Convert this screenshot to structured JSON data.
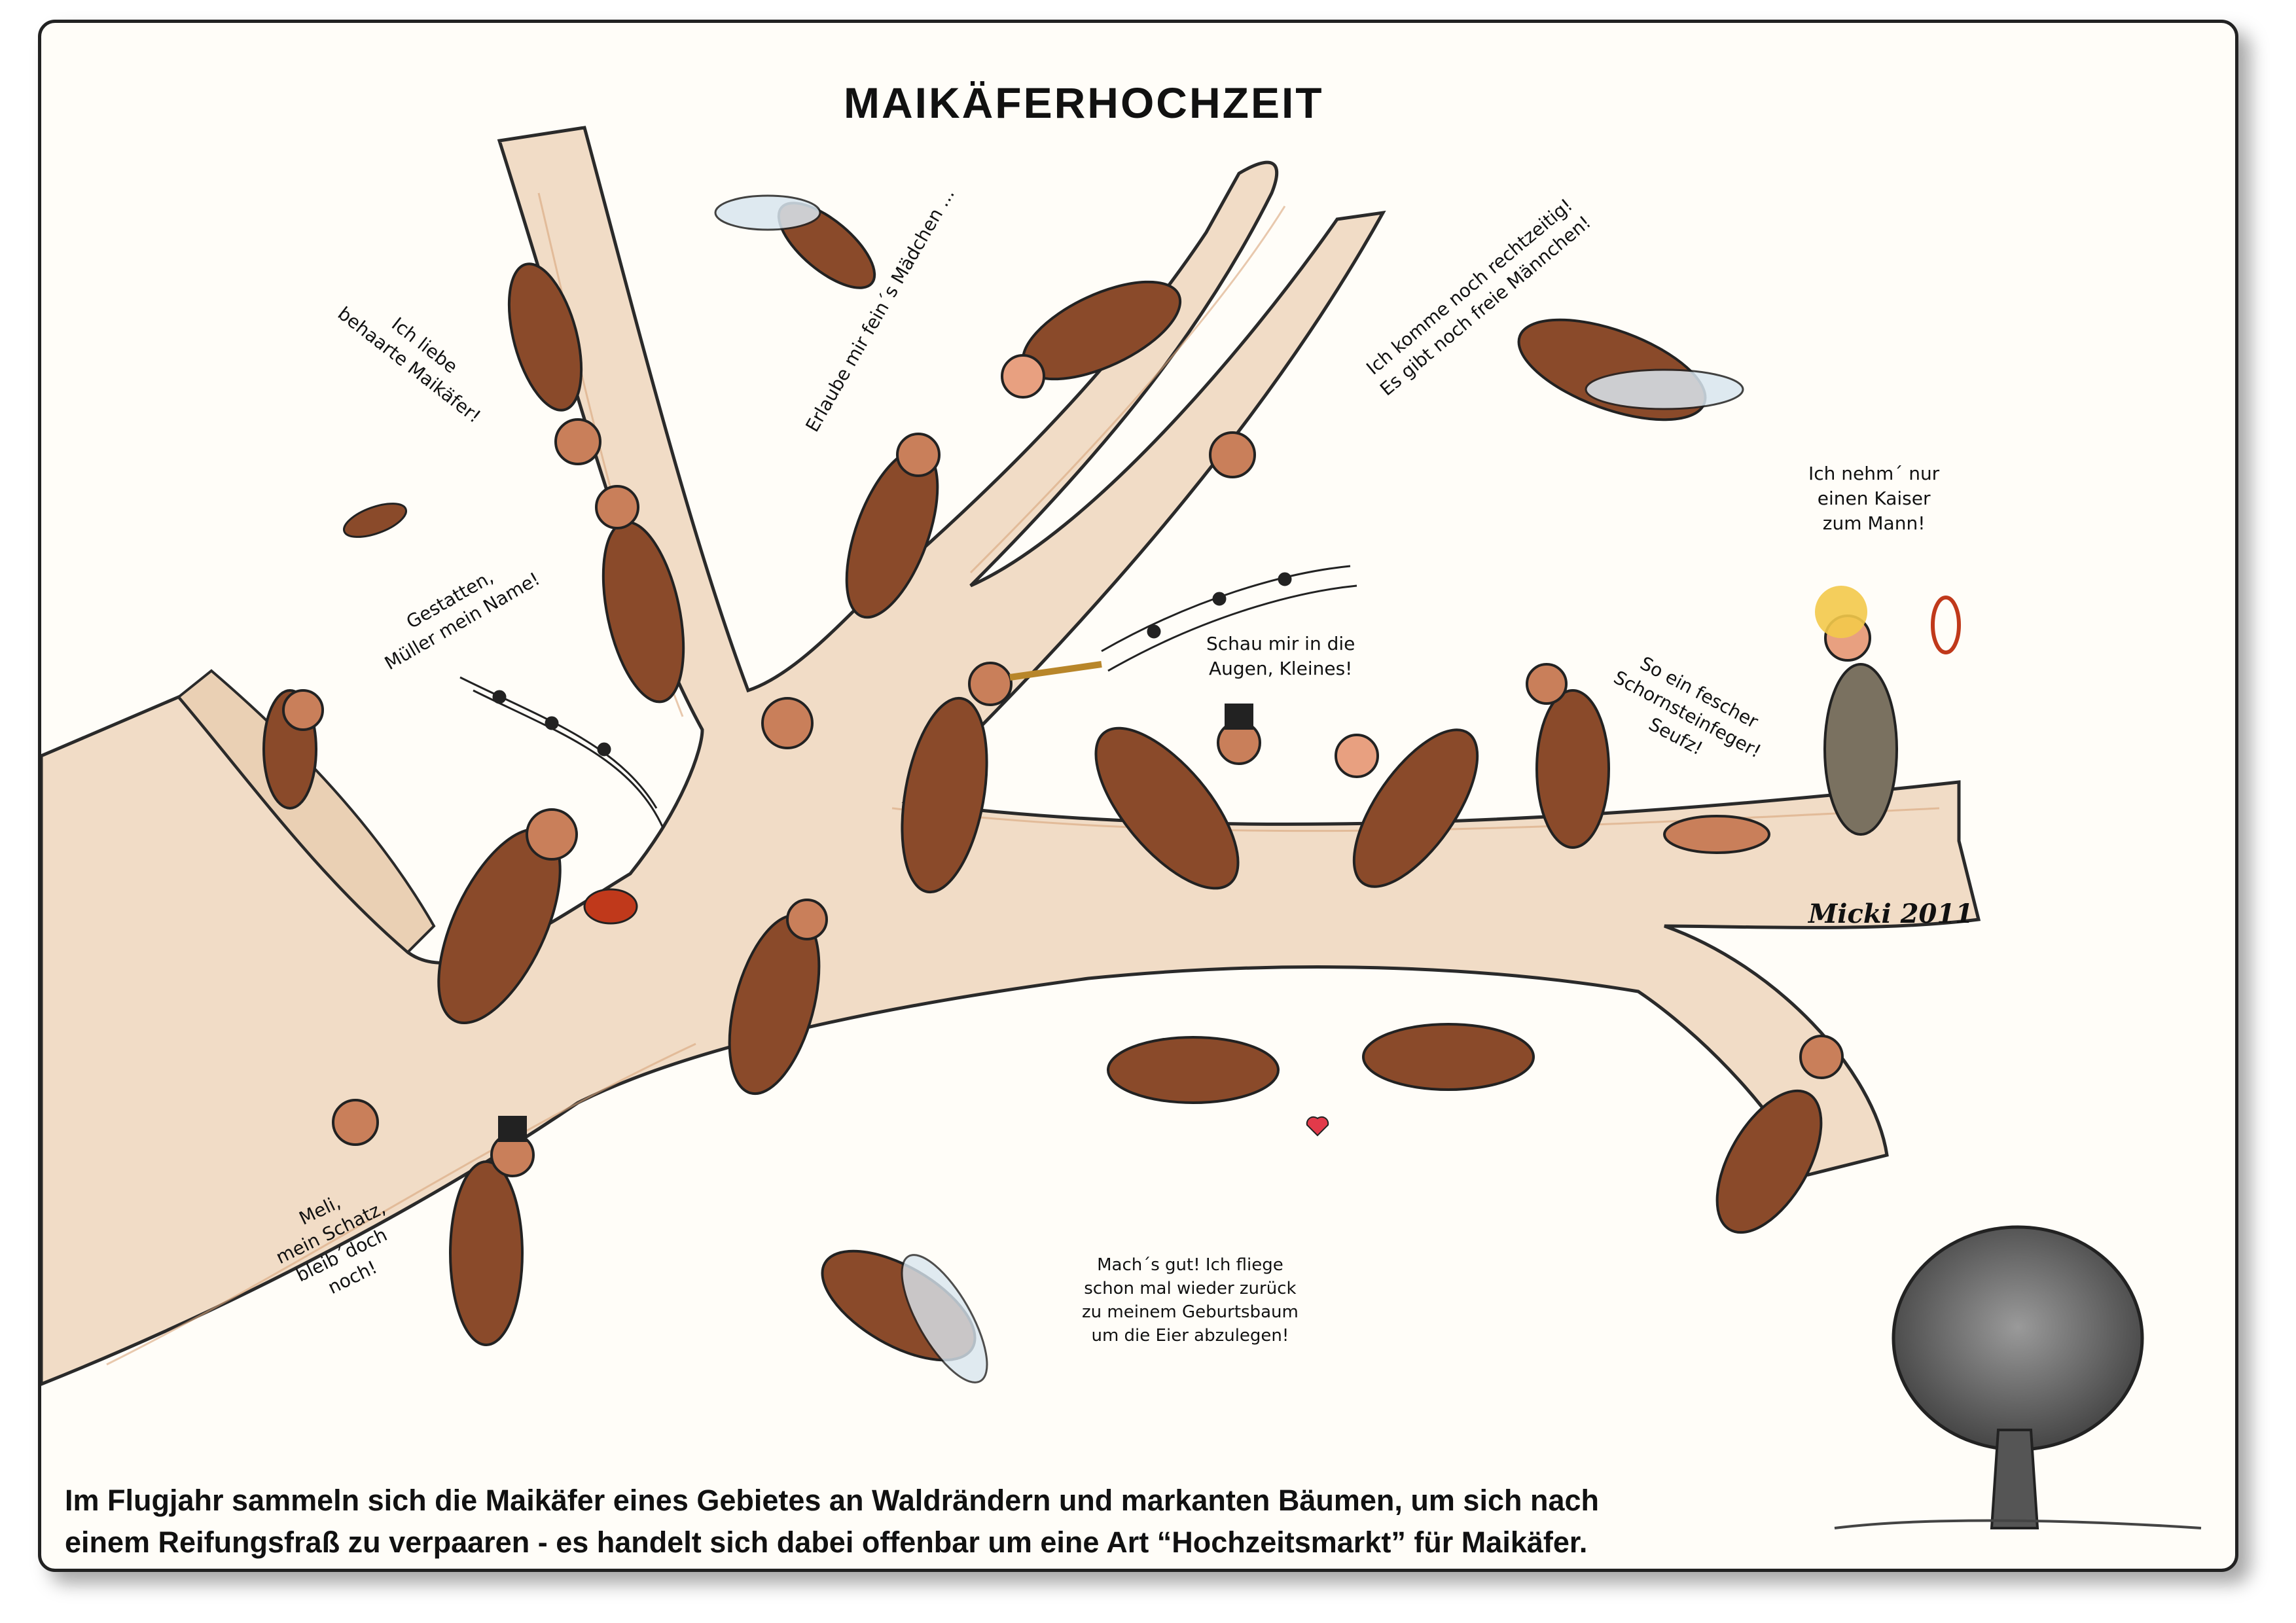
{
  "title": "MAIKÄFERHOCHZEIT",
  "speech": {
    "behaarte": "Ich liebe\nbehaarte Maikäfer!",
    "mueller": "Gestatten,\nMüller mein Name!",
    "erlaube": "Erlaube mir fein´s Mädchen ...",
    "rechtzeitig": "Ich komme noch rechtzeitig!\nEs gibt noch freie Männchen!",
    "kaiser": "Ich nehm´ nur\neinen Kaiser\nzum Mann!",
    "augen": "Schau mir in die\nAugen, Kleines!",
    "schornstein": "So ein fescher\nSchornsteinfeger!\nSeufz!",
    "meli": "Meli,\nmein Schatz,\nbleib´doch\nnoch!",
    "mach": "Mach´s gut! Ich fliege\nschon mal wieder zurück\nzu meinem Geburtsbaum\num die Eier abzulegen!"
  },
  "signature": "Micki 2011",
  "caption": {
    "line1": "Im Flugjahr sammeln sich die Maikäfer eines Gebietes an Waldrändern und markanten Bäumen, um sich nach",
    "line2": "einem Reifungsfraß zu verpaaren - es handelt sich dabei offenbar um eine Art “Hochzeitsmarkt” für Maikäfer."
  },
  "colors": {
    "branch": "#f1dcc6",
    "branch_edge": "#2a2a2a",
    "beetle": "#8a4a2a",
    "beetle_dark": "#5a2e18",
    "wing": "#d9e6ef",
    "tree": "#6b6b6b"
  }
}
